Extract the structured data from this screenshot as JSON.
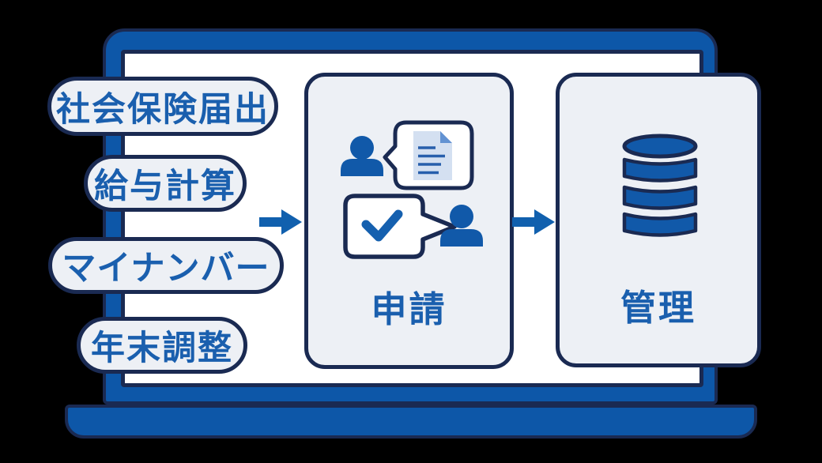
{
  "colors": {
    "background": "#000000",
    "laptop_blue": "#0d57a8",
    "outline_navy": "#1a2a52",
    "panel_bg": "#edf0f5",
    "text_blue": "#1a5fae",
    "icon_blue": "#1159a9",
    "arrow_blue": "#1160ae",
    "doc_page": "#d4e0f1",
    "doc_fold": "#6292d2",
    "doc_lines": "#275fac",
    "white": "#ffffff"
  },
  "pills": [
    {
      "label": "社会保険届出"
    },
    {
      "label": "給与計算"
    },
    {
      "label": "マイナンバー"
    },
    {
      "label": "年末調整"
    }
  ],
  "panels": [
    {
      "label": "申請",
      "icons": [
        "person-icon",
        "speech-bubble-document-icon",
        "speech-bubble-checkmark-icon",
        "person-icon"
      ]
    },
    {
      "label": "管理",
      "icons": [
        "database-icon"
      ]
    }
  ],
  "flow": {
    "arrow1": "right-arrow",
    "arrow2": "right-arrow"
  }
}
